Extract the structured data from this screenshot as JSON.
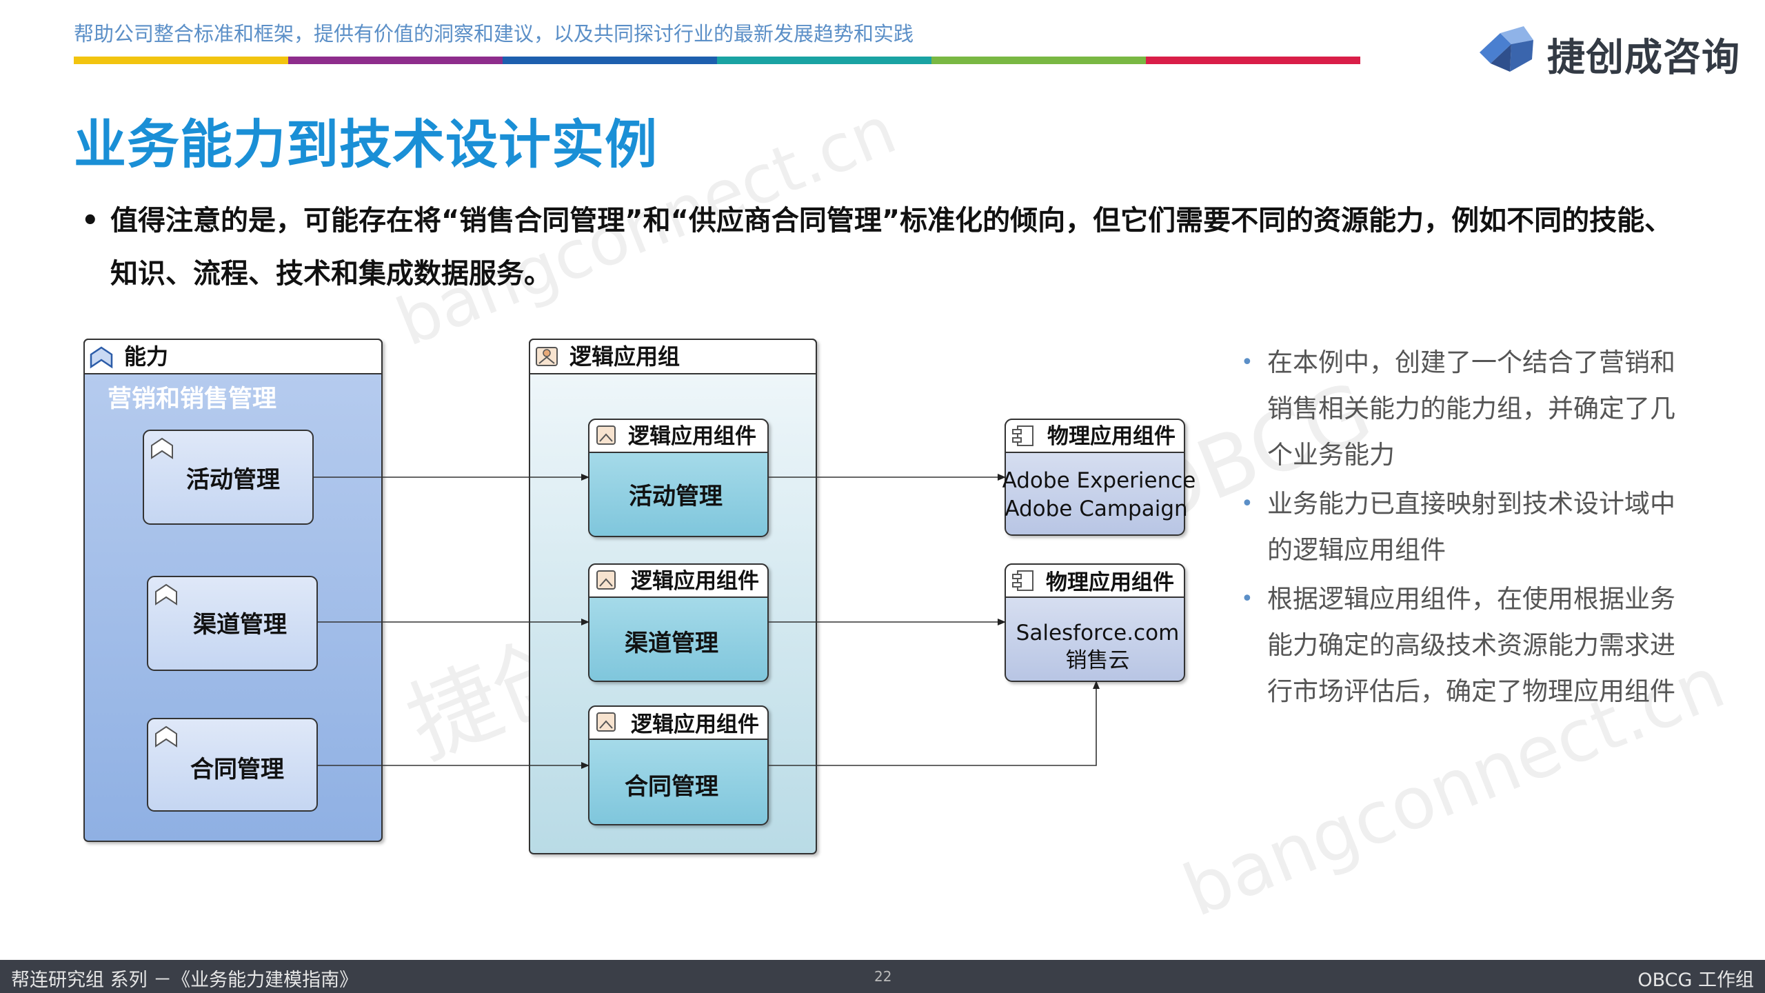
{
  "header": {
    "tagline": "帮助公司整合标准和框架，提供有价值的洞察和建议，以及共同探讨行业的最新发展趋势和实践",
    "color_stripe": [
      "#f2c40f",
      "#8e2d8c",
      "#1d5fae",
      "#1aa3a3",
      "#79b843",
      "#d91e48"
    ],
    "logo_text": "捷创成咨询"
  },
  "title": "业务能力到技术设计实例",
  "bullet": {
    "marker": "•",
    "text": "值得注意的是，可能存在将“销售合同管理”和“供应商合同管理”标准化的倾向，但它们需要不同的资源能力，例如不同的技能、知识、流程、技术和集成数据服务。"
  },
  "diagram": {
    "capability_group": {
      "header": "能力",
      "subtitle": "营销和销售管理",
      "items": [
        "活动管理",
        "渠道管理",
        "合同管理"
      ]
    },
    "logical_group": {
      "header": "逻辑应用组",
      "components": [
        {
          "header": "逻辑应用组件",
          "label": "活动管理"
        },
        {
          "header": "逻辑应用组件",
          "label": "渠道管理"
        },
        {
          "header": "逻辑应用组件",
          "label": "合同管理"
        }
      ]
    },
    "physical": [
      {
        "header": "物理应用组件",
        "lines": [
          "Adobe Experience",
          "Adobe Campaign"
        ]
      },
      {
        "header": "物理应用组件",
        "lines": [
          "Salesforce.com",
          "销售云"
        ]
      }
    ]
  },
  "notes": [
    "在本例中，创建了一个结合了营销和销售相关能力的能力组，并确定了几个业务能力",
    "业务能力已直接映射到技术设计域中的逻辑应用组件",
    "根据逻辑应用组件，在使用根据业务能力确定的高级技术资源能力需求进行市场评估后，确定了物理应用组件"
  ],
  "note_marker": "•",
  "watermarks": [
    "bangconnect.cn",
    "捷创研究",
    "OBCG",
    "bangconnect.cn"
  ],
  "footer": {
    "left": "帮连研究组 系列 －《业务能力建模指南》",
    "page": "22",
    "right": "OBCG 工作组"
  }
}
